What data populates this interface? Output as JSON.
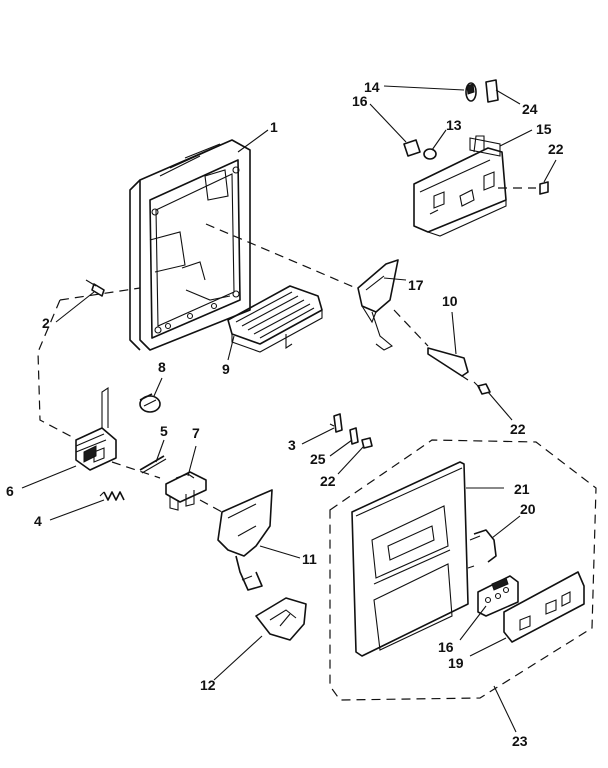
{
  "parts": [
    {
      "id": "p1",
      "number": "1"
    },
    {
      "id": "p2",
      "number": "2"
    },
    {
      "id": "p3",
      "number": "3"
    },
    {
      "id": "p4",
      "number": "4"
    },
    {
      "id": "p5",
      "number": "5"
    },
    {
      "id": "p6",
      "number": "6"
    },
    {
      "id": "p7",
      "number": "7"
    },
    {
      "id": "p8",
      "number": "8"
    },
    {
      "id": "p9",
      "number": "9"
    },
    {
      "id": "p10",
      "number": "10"
    },
    {
      "id": "p11",
      "number": "11"
    },
    {
      "id": "p12",
      "number": "12"
    },
    {
      "id": "p13",
      "number": "13"
    },
    {
      "id": "p14",
      "number": "14"
    },
    {
      "id": "p15",
      "number": "15"
    },
    {
      "id": "p16a",
      "number": "16"
    },
    {
      "id": "p16b",
      "number": "16"
    },
    {
      "id": "p17",
      "number": "17"
    },
    {
      "id": "p19",
      "number": "19"
    },
    {
      "id": "p20",
      "number": "20"
    },
    {
      "id": "p21",
      "number": "21"
    },
    {
      "id": "p22a",
      "number": "22"
    },
    {
      "id": "p22b",
      "number": "22"
    },
    {
      "id": "p22c",
      "number": "22"
    },
    {
      "id": "p23",
      "number": "23"
    },
    {
      "id": "p24",
      "number": "24"
    },
    {
      "id": "p25",
      "number": "25"
    }
  ]
}
